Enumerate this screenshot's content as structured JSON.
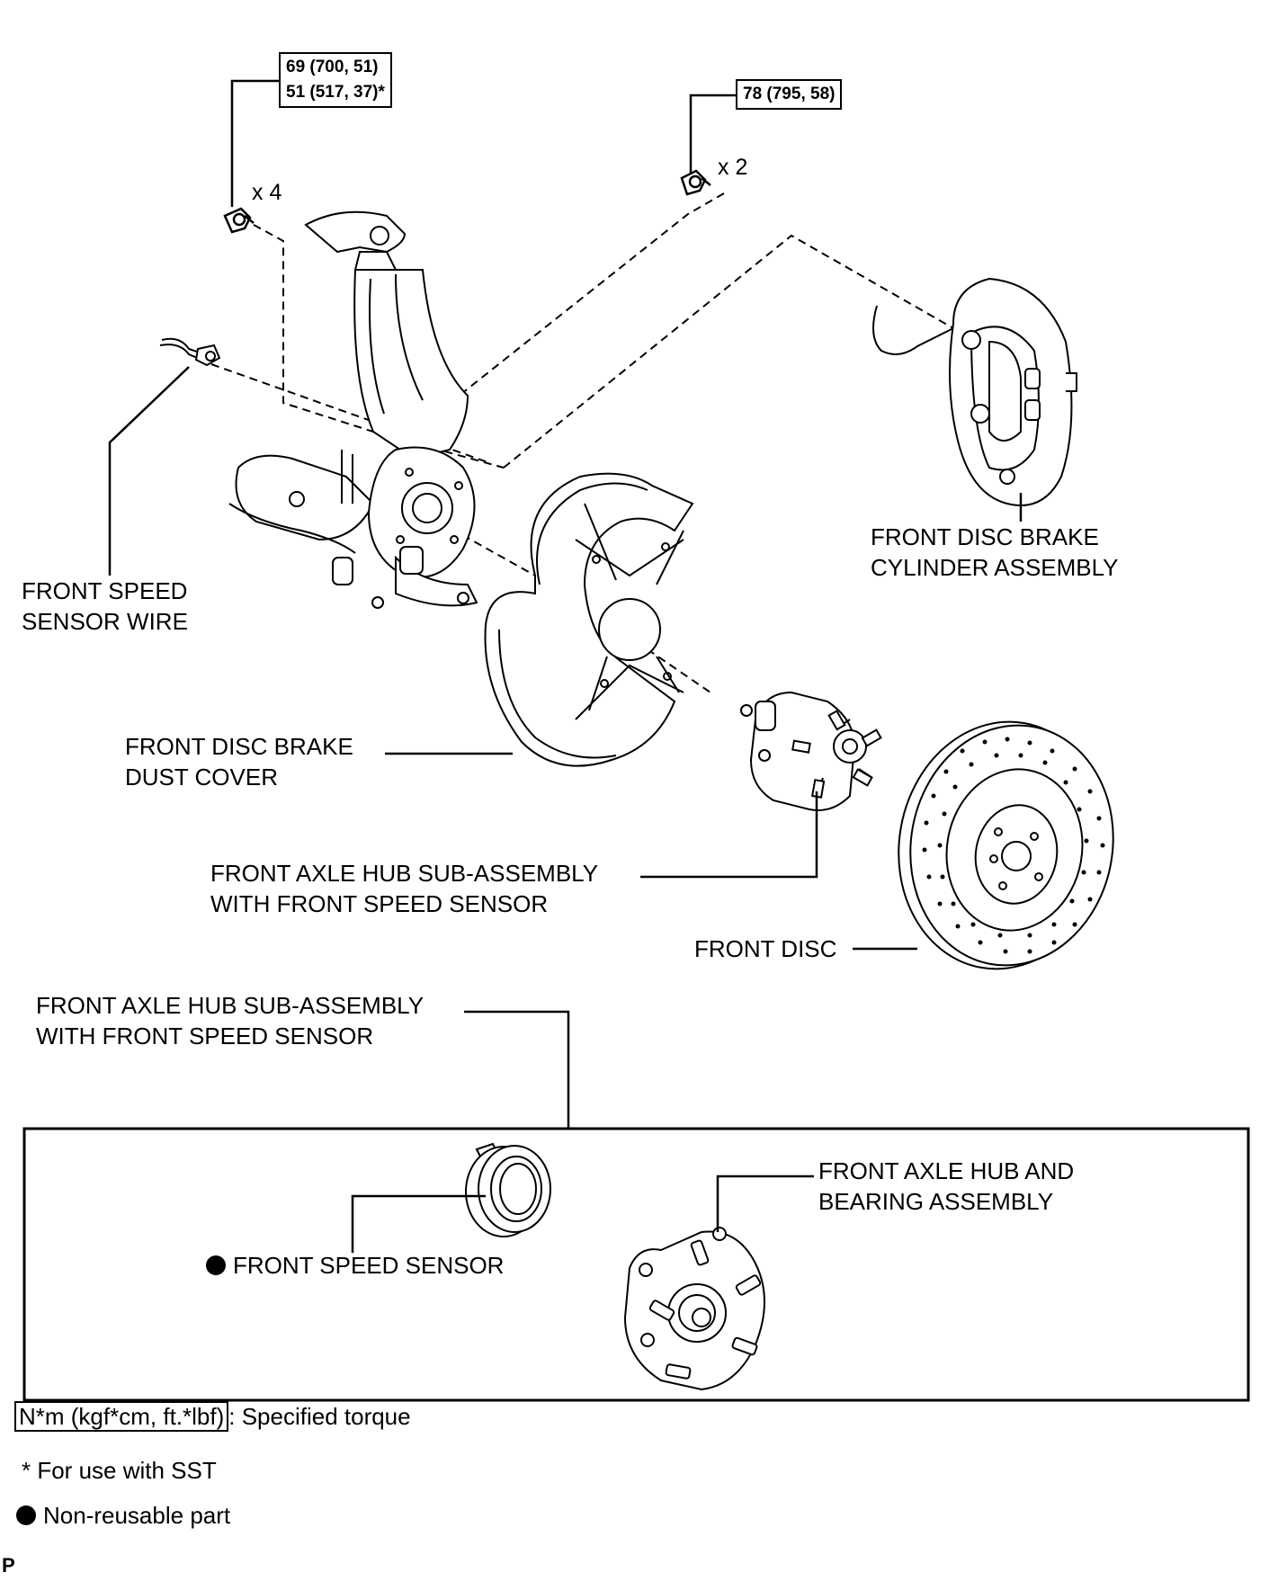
{
  "torque_specs": {
    "knuckle_bolt_line1": "69 (700, 51)",
    "knuckle_bolt_line2": "51 (517, 37)*",
    "caliper_bolt": "78 (795, 58)"
  },
  "quantities": {
    "knuckle_bolt_qty": "x 4",
    "caliper_bolt_qty": "x 2"
  },
  "labels": {
    "caliper_line1": "FRONT DISC BRAKE",
    "caliper_line2": "CYLINDER ASSEMBLY",
    "sensor_wire_line1": "FRONT SPEED",
    "sensor_wire_line2": "SENSOR WIRE",
    "dust_cover_line1": "FRONT DISC BRAKE",
    "dust_cover_line2": "DUST COVER",
    "hub_line1": "FRONT AXLE HUB SUB-ASSEMBLY",
    "hub_line2": "WITH FRONT SPEED SENSOR",
    "disc": "FRONT DISC",
    "detail_hub_line1": "FRONT AXLE HUB SUB-ASSEMBLY",
    "detail_hub_line2": "WITH FRONT SPEED SENSOR",
    "bearing_line1": "FRONT AXLE HUB AND",
    "bearing_line2": "BEARING ASSEMBLY",
    "speed_sensor": "FRONT SPEED SENSOR"
  },
  "legend": {
    "torque_unit": "N*m (kgf*cm, ft.*lbf)",
    "torque_desc": ": Specified torque",
    "sst_note": "* For use with SST",
    "non_reusable": "Non-reusable part"
  },
  "footer_code": "P"
}
